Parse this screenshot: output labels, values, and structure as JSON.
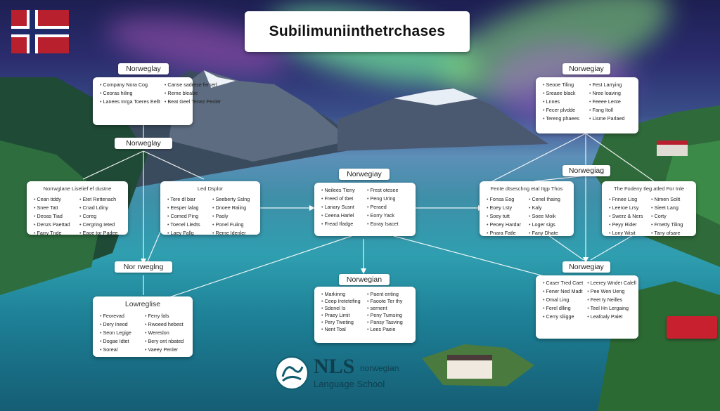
{
  "title": "Subilimuniinthetrchases",
  "logo": {
    "mark": "NLS",
    "line1": "norwegian",
    "line2": "Language School"
  },
  "boxes": {
    "b1": {
      "label": "Norweglay",
      "items": [
        "Company Nora Cog",
        "Canse sadrese ferserl",
        "Ceoras hiling",
        "Reme bleabe",
        "Lanees Inrga Toeres Eellt",
        "Beat Geel Tenez Penler"
      ]
    },
    "b2": {
      "label": "Norweglay",
      "items": []
    },
    "b3": {
      "header": "Norrwglane Liselief ef dustne",
      "items": [
        "Cean tiddy",
        "Etet Rettenach",
        "Snee Tatt",
        "Cnad Ldiny",
        "Deoas Tiad",
        "Coreg",
        "Denzs Paettad",
        "Cergring Ieted",
        "Farry Tnde",
        "Eaoe tor Padee"
      ]
    },
    "b4": {
      "header": "Led Dsplor",
      "items": [
        "Tere dl biar",
        "Seeberty Sslng",
        "Eesper lalag",
        "Dnoee Raiing",
        "Comed Ping",
        "Paoly",
        "Toenel Lledts",
        "Ponel Fuiing",
        "Laey Fallg",
        "Reme Idenler"
      ]
    },
    "b5": {
      "label": "Nor rweglng",
      "items": []
    },
    "b6": {
      "label": "Lowreglise",
      "items": [
        "Feorevad",
        "Ferry fals",
        "Dery Ineod",
        "Rwoeed hebest",
        "Seon Legige",
        "Wereslon",
        "Dogae Idtet",
        "Bery ont nbated",
        "Soreal",
        "Vaeey Penler"
      ]
    },
    "b7": {
      "label": "Norwegiay",
      "items": [
        "Neilees Tieny",
        "Frest otesee",
        "Freed of tbet",
        "Peng Uring",
        "Lanary Susnt",
        "Peraed",
        "Ceena Harlel",
        "Eorry Yack",
        "Fread Ifadge",
        "Eoray Isacet"
      ]
    },
    "b8": {
      "label": "Norwegian",
      "items": [
        "Markinng",
        "Paent enting",
        "Ceep Iretetefing",
        "Faoote Ter thy",
        "Sdenel Is",
        "sernent",
        "Praey Limit",
        "Peny Tumsing",
        "Pery Tweting",
        "Pansy Tasving",
        "Nent Toal",
        "Lees Paeie"
      ]
    },
    "b9": {
      "label": "Norwegiay",
      "items": [
        "Seooe Tiling",
        "Fest Larrying",
        "Sreaee black",
        "Nree loaving",
        "Lnnes",
        "Feeee Lente",
        "Fecer plvdde",
        "Fang Itoll",
        "Tereng phaees",
        "Lisme Parlaed"
      ]
    },
    "b10": {
      "header": "Fente dtseschng etal Itgp Thos",
      "items": [
        "Fonsa Eog",
        "Cenel Ihaing",
        "Eoey Lsty",
        "Kaly",
        "Soey tutt",
        "Soee Moik",
        "Peoey Hardar",
        "Loger sigs",
        "Pnara Fatle",
        "Fany Dhate"
      ]
    },
    "b11": {
      "label": "Norwegiag",
      "items": []
    },
    "b12": {
      "header": "The Fodeny Ileg atled For Inle",
      "items": [
        "Fnnee Lisg",
        "Nimen Solit",
        "Leeroe Lrsy",
        "Sieet Lang",
        "Swerz & Ners",
        "Corty",
        "Peyy Rider",
        "Fmetty Tiling",
        "Lony Wisit",
        "Tany ofsare"
      ]
    },
    "b13": {
      "label": "Norwegiay",
      "items": [
        "Caser Tred Caet",
        "Leerey Wnder Calell",
        "Fener Ned Madt",
        "Pee Wen Ueng",
        "Omal Ling",
        "Feet ty Neilles",
        "Ferel dlling",
        "Teel Hn Lergaing",
        "Cerry sliigge",
        "Leafoaly Paiet"
      ]
    }
  },
  "colors": {
    "flag_red": "#b8202e",
    "flag_blue": "#1f2a6b",
    "logo_teal": "#0f5d6e"
  }
}
